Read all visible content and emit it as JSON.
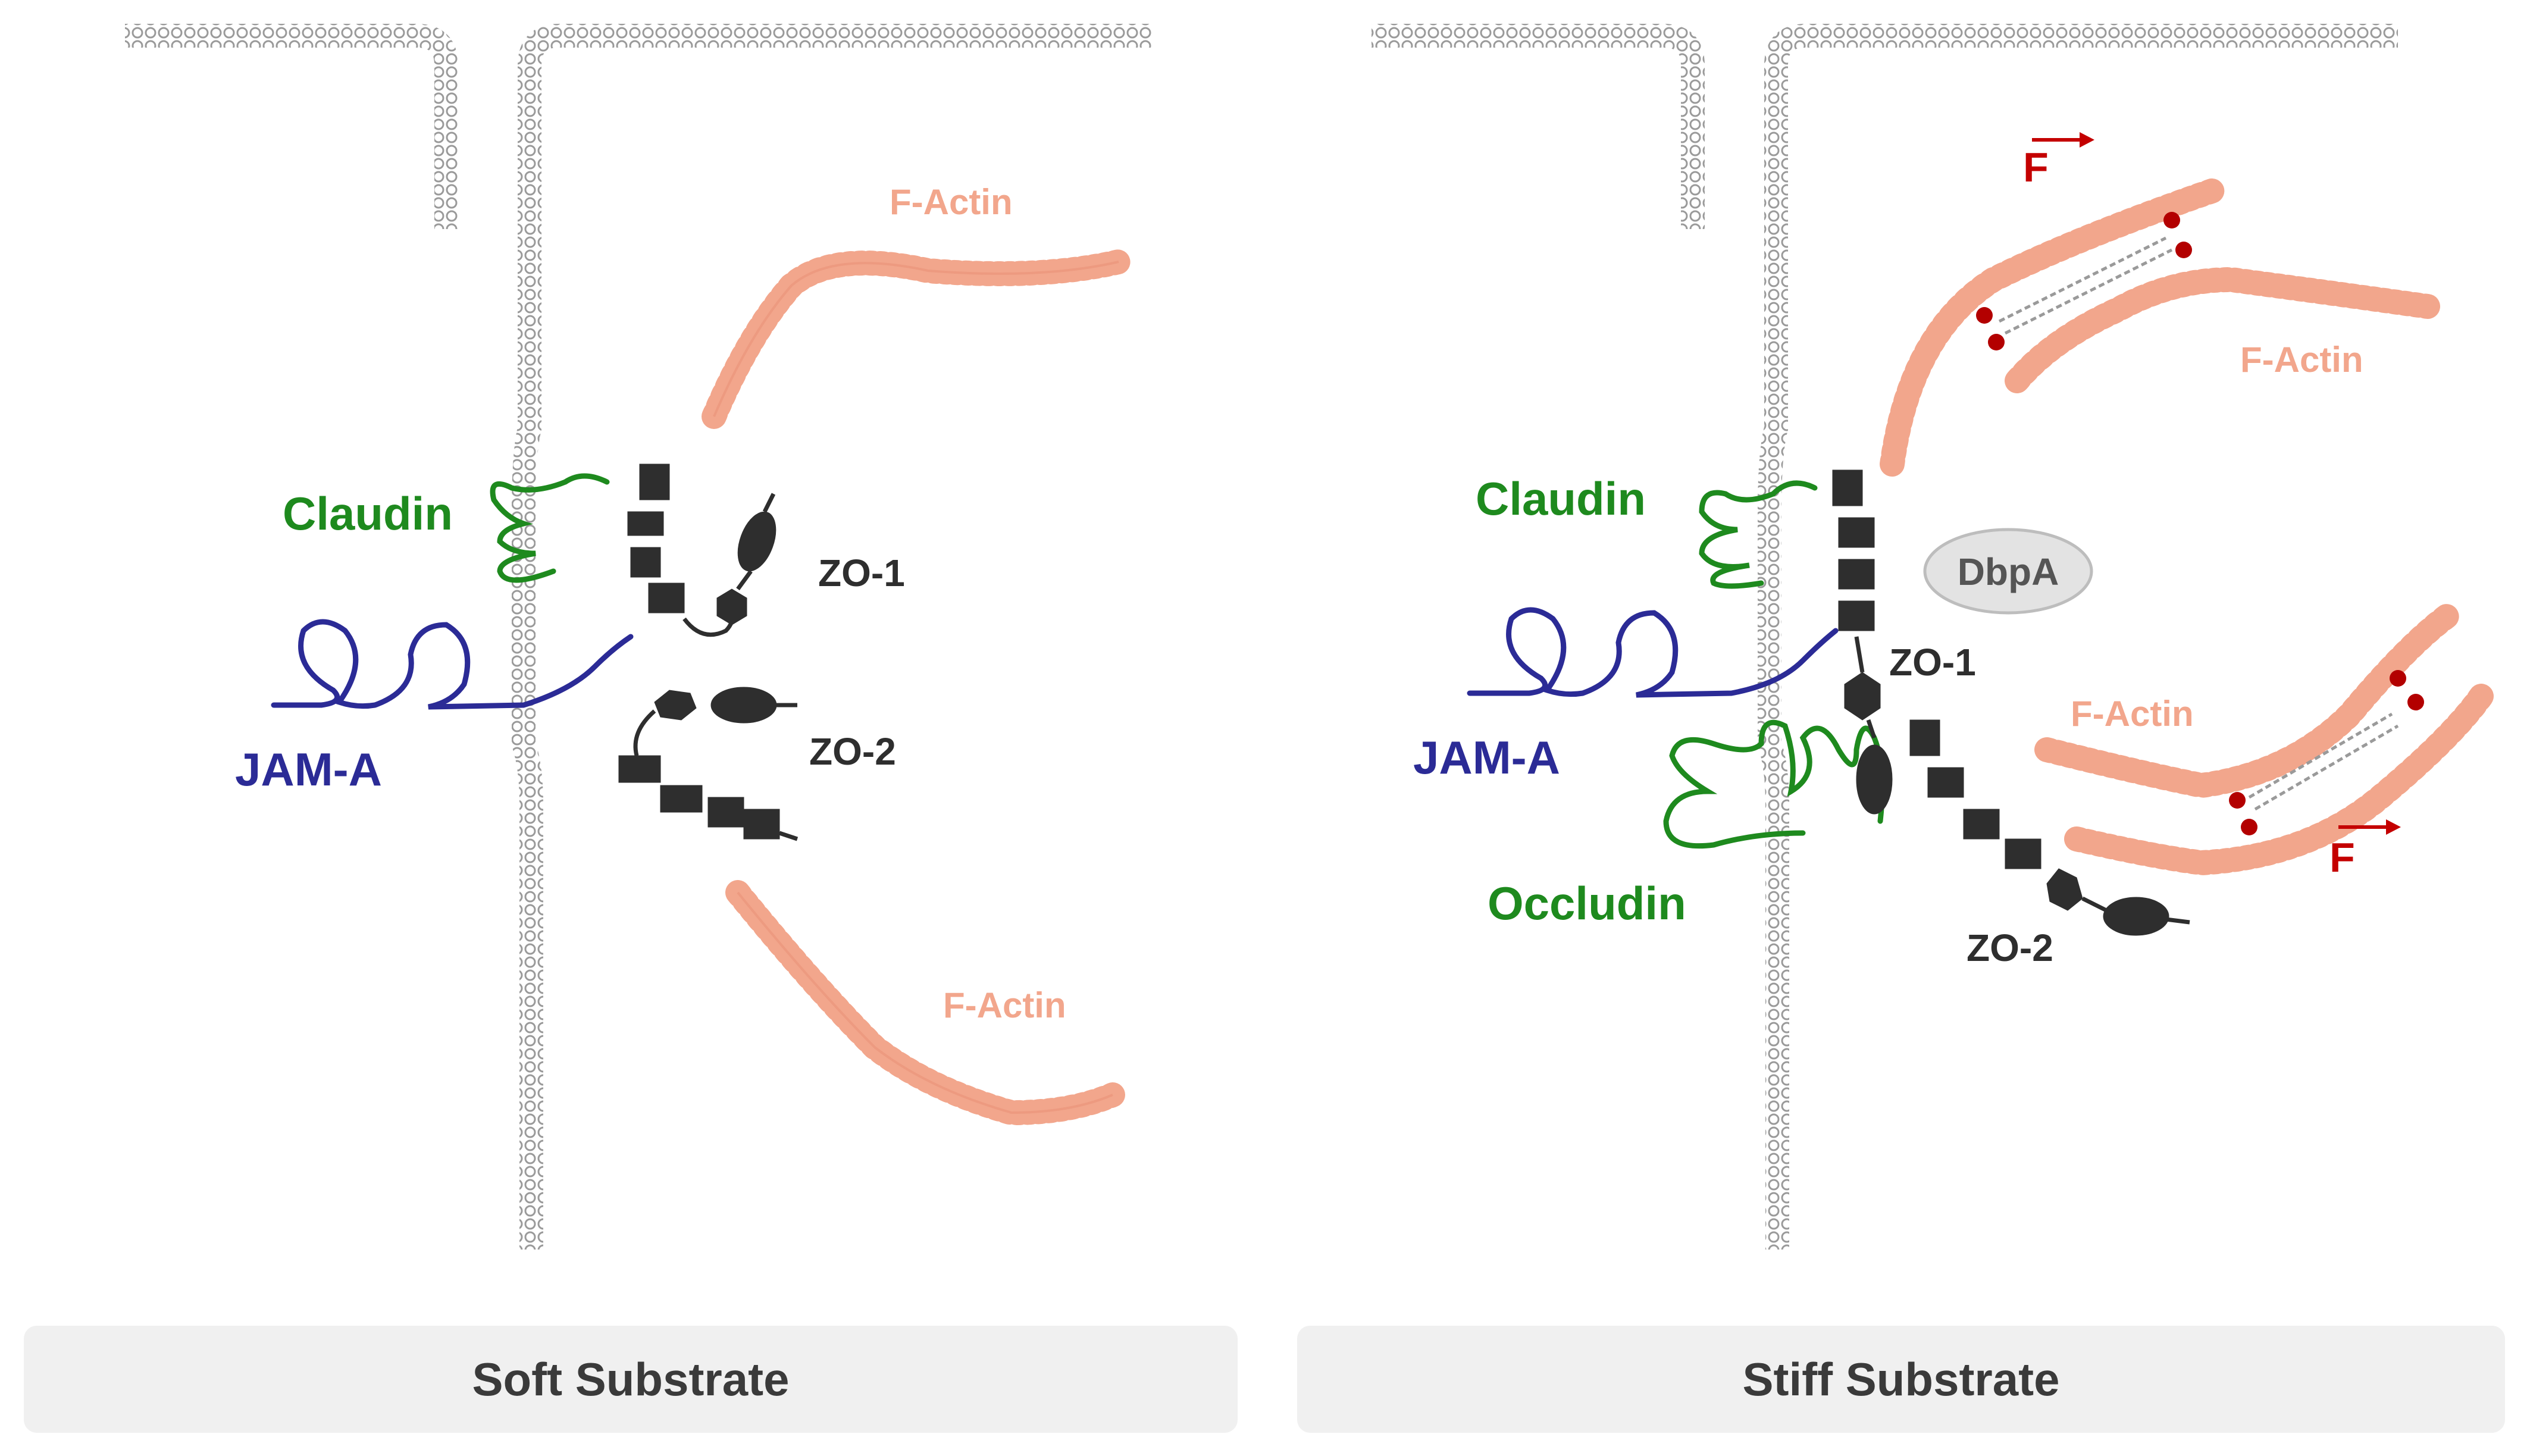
{
  "panels": {
    "soft": {
      "caption": "Soft Substrate",
      "labels": {
        "claudin": "Claudin",
        "jam_a": "JAM-A",
        "zo1": "ZO-1",
        "zo2": "ZO-2",
        "factin_top": "F-Actin",
        "factin_bottom": "F-Actin"
      }
    },
    "stiff": {
      "caption": "Stiff Substrate",
      "labels": {
        "claudin": "Claudin",
        "jam_a": "JAM-A",
        "occludin": "Occludin",
        "zo1": "ZO-1",
        "zo2": "ZO-2",
        "dbpa": "DbpA",
        "factin_top": "F-Actin",
        "factin_bottom": "F-Actin",
        "force_top": "F",
        "force_bottom": "F"
      }
    }
  },
  "colors": {
    "membrane": "#a8a8a8",
    "claudin": "#1e8a1e",
    "occludin": "#1e8a1e",
    "jam_a": "#2b2b96",
    "zo_protein": "#2e2e2e",
    "factin": "#f2a68c",
    "factin_label": "#f2a68c",
    "force": "#c40000",
    "dbpa_fill": "#e3e3e3",
    "caption_bg": "#f0f0f0"
  }
}
